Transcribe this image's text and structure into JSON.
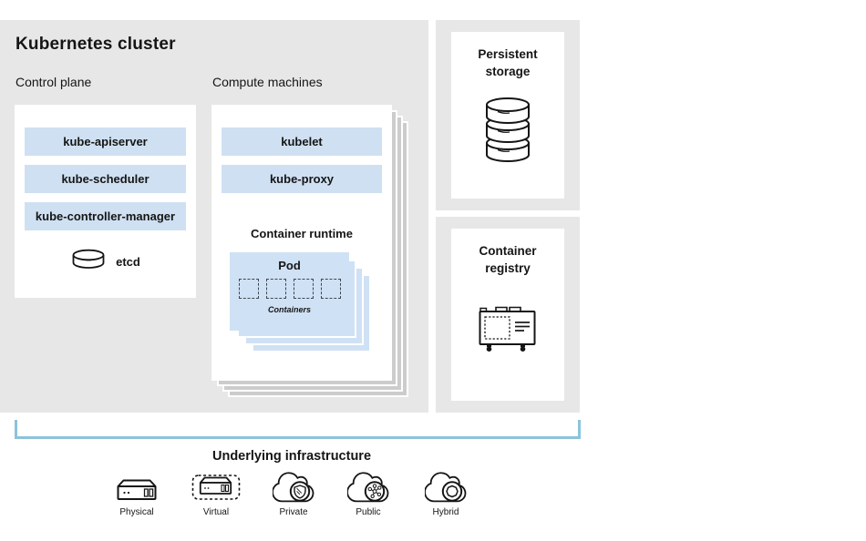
{
  "diagram_title": "Kubernetes cluster",
  "control_plane": {
    "label": "Control plane",
    "components": [
      "kube-apiserver",
      "kube-scheduler",
      "kube-controller-manager"
    ],
    "etcd": "etcd"
  },
  "compute_machines": {
    "label": "Compute machines",
    "components": [
      "kubelet",
      "kube-proxy"
    ],
    "container_runtime": "Container runtime",
    "pod": {
      "label": "Pod",
      "containers": "Containers",
      "container_count": 4
    }
  },
  "storage": {
    "title": "Persistent storage",
    "icon": "database-icon"
  },
  "registry": {
    "title": "Container registry",
    "icon": "registry-icon"
  },
  "infrastructure": {
    "label": "Underlying infrastructure",
    "items": [
      {
        "label": "Physical",
        "icon": "physical-server-icon"
      },
      {
        "label": "Virtual",
        "icon": "virtual-server-icon"
      },
      {
        "label": "Private",
        "icon": "private-cloud-icon"
      },
      {
        "label": "Public",
        "icon": "public-cloud-icon"
      },
      {
        "label": "Hybrid",
        "icon": "hybrid-cloud-icon"
      }
    ]
  },
  "colors": {
    "panel_gray": "#e7e7e7",
    "component_blue": "#cfe0f2",
    "pod_blue": "#cfe1f4",
    "stack_gray": "#cccccc",
    "bracket_blue": "#8cc3dc",
    "text": "#151515"
  }
}
